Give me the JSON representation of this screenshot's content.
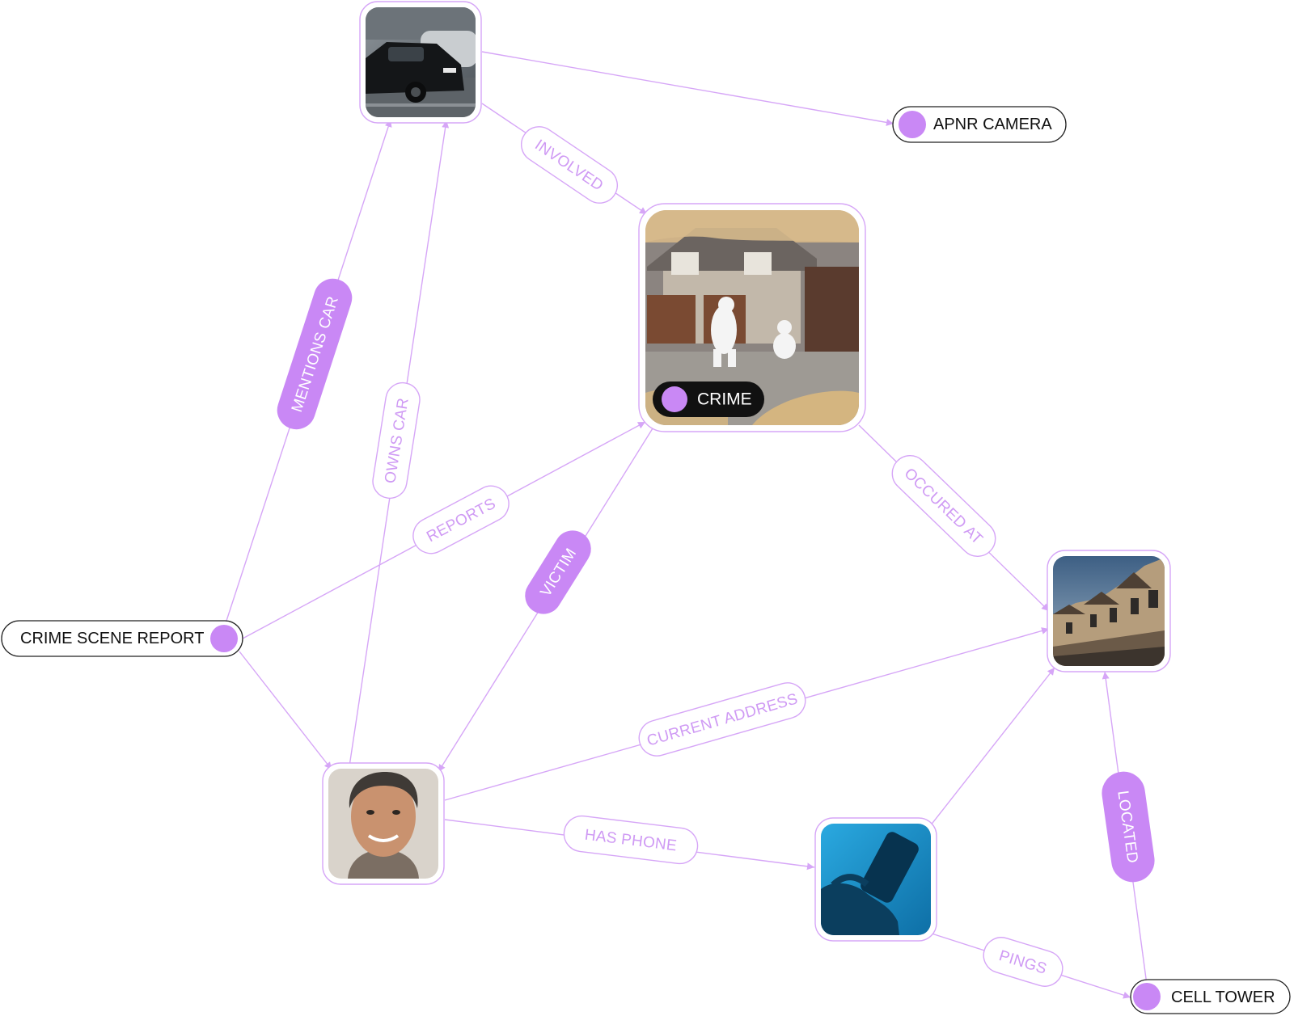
{
  "nodes": {
    "apnr_camera": "APNR CAMERA",
    "crime": "CRIME",
    "crime_scene_report": "CRIME SCENE REPORT",
    "cell_tower": "CELL TOWER"
  },
  "image_nodes": {
    "car": "car-photo",
    "crime_scene": "crime-scene-photo",
    "man": "man-portrait-photo",
    "phone": "phone-photo",
    "building": "townhouse-street-photo"
  },
  "edges": {
    "involved": "INVOLVED",
    "mentions_car": "MENTIONS CAR",
    "owns_car": "OWNS CAR",
    "reports": "REPORTS",
    "victim": "VICTIM",
    "occured_at": "OCCURED AT",
    "current_address": "CURRENT ADDRESS",
    "has_phone": "HAS PHONE",
    "pings": "PINGS",
    "located": "LOCATED"
  },
  "colors": {
    "accent": "#c988f5",
    "edge": "#d6a6f7",
    "pill_border": "#222222",
    "crime_pill": "#111111"
  }
}
